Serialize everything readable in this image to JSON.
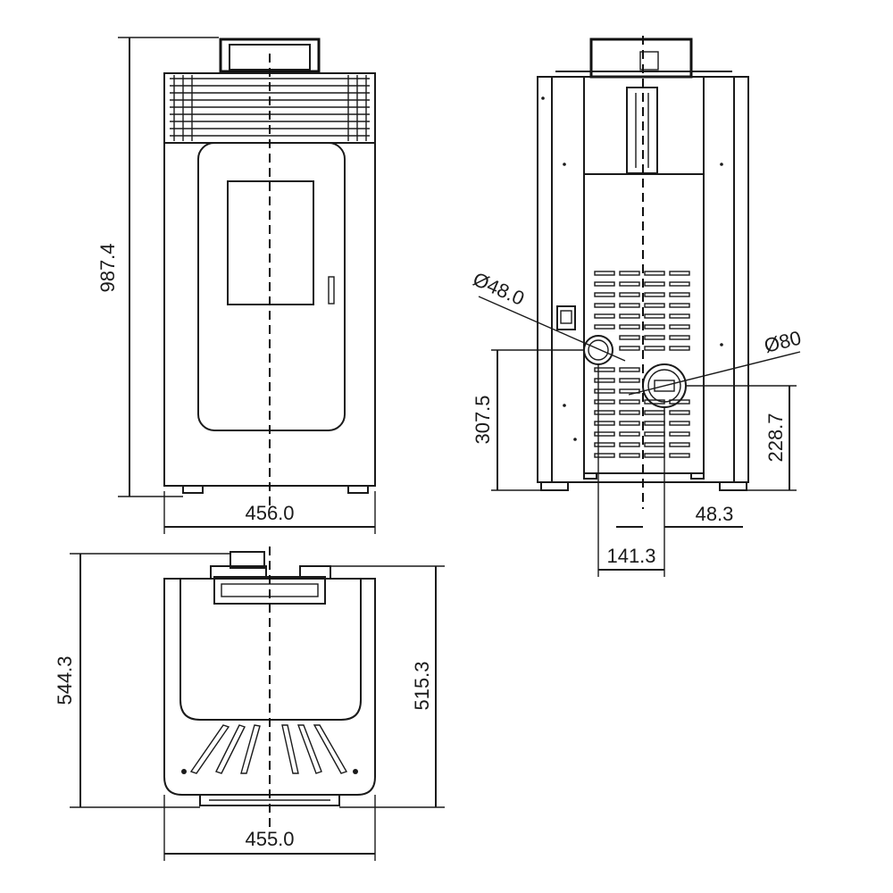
{
  "dimensions": {
    "front_height": "987.4",
    "front_width": "456.0",
    "outlet_small_diameter": "Ø48.0",
    "outlet_large_diameter": "Ø80",
    "outlet_small_height": "307.5",
    "outlet_large_height": "228.7",
    "outlet_large_offset": "48.3",
    "outlet_spacing": "141.3",
    "top_depth_total": "544.3",
    "top_depth_body": "515.3",
    "top_width": "455.0"
  }
}
